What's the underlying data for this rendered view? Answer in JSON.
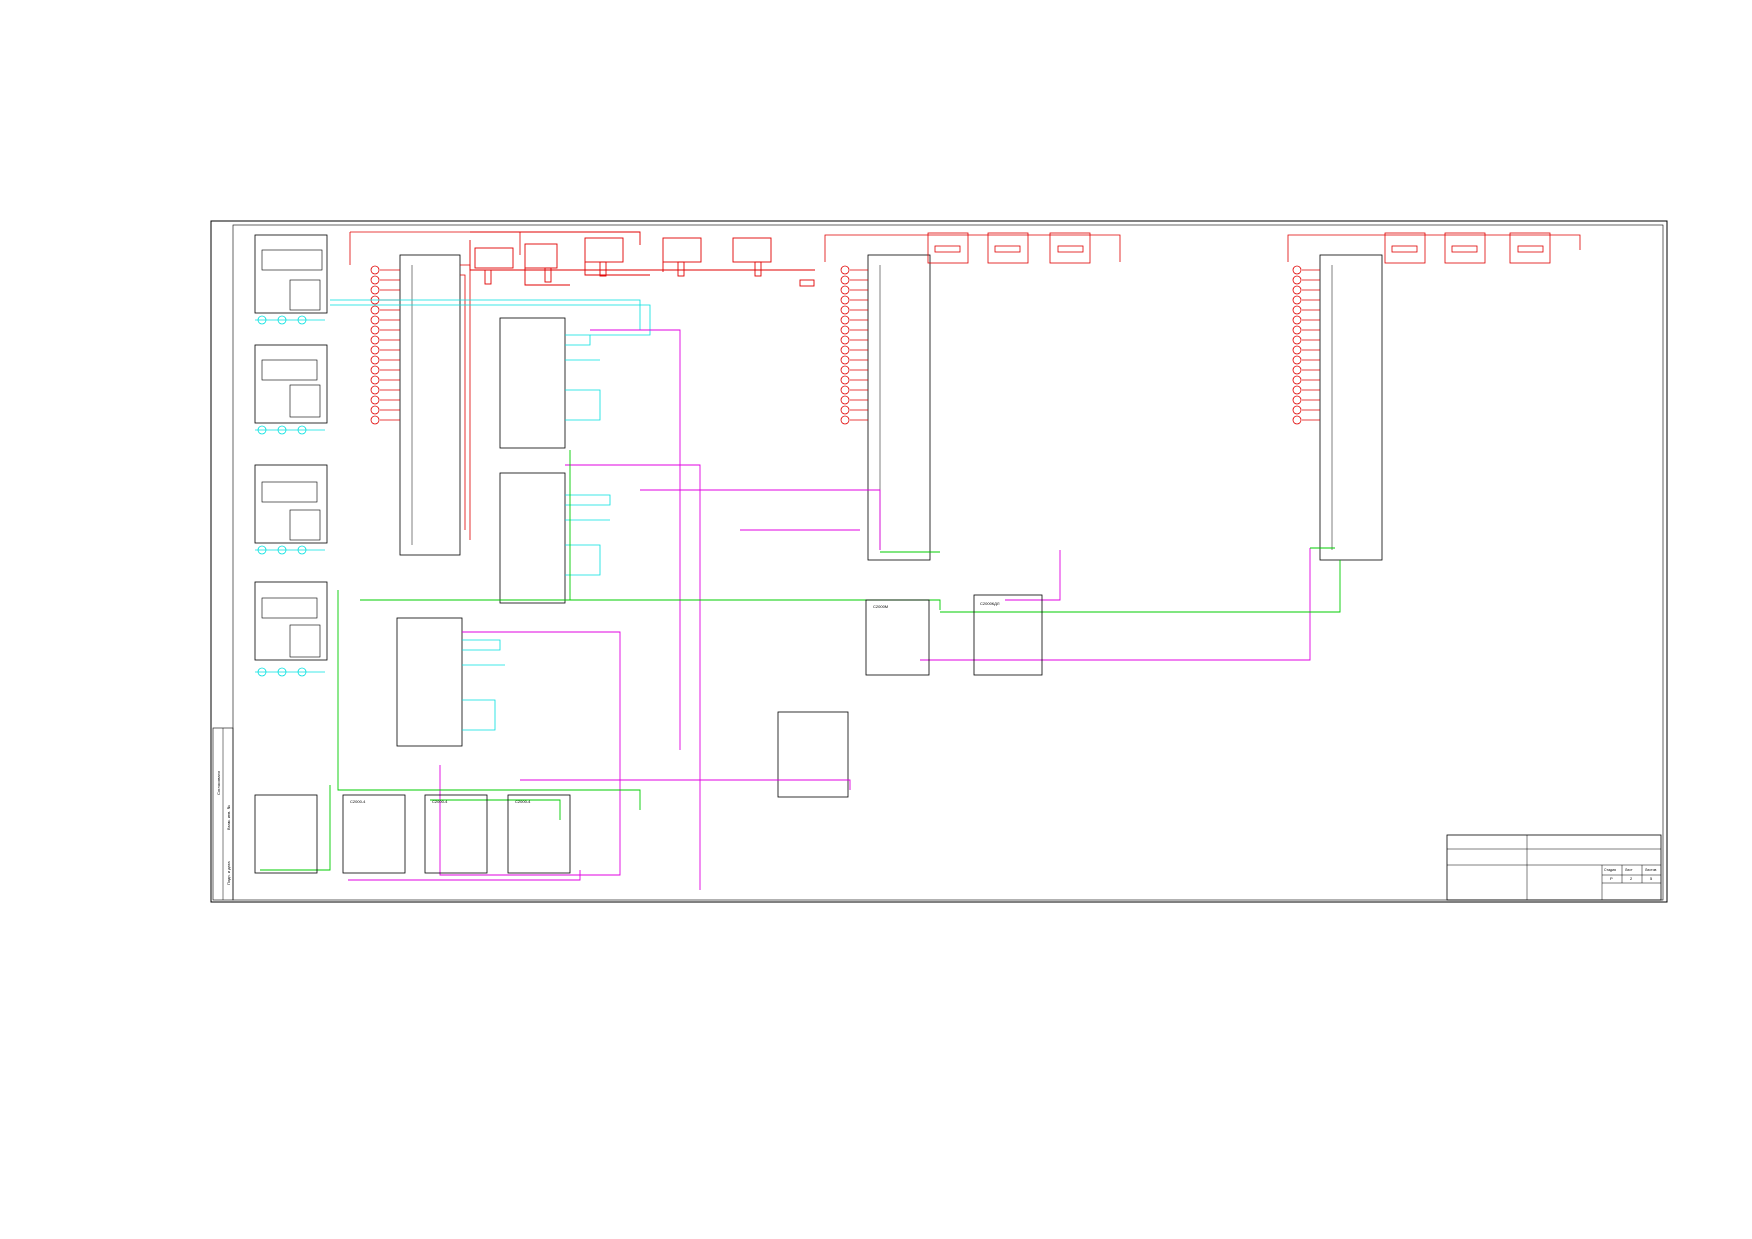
{
  "sheet": {
    "top_left_label": "",
    "notes": "",
    "title_block": {
      "document_code": "",
      "object_name": "",
      "address": "",
      "description": "",
      "sheet_title": "",
      "stage_header": "Стадия",
      "sheet_header": "Лист",
      "sheets_header": "Листов",
      "stage": "Р",
      "sheet": "2",
      "sheets": "5"
    },
    "left_strip": {
      "label_top": "Согласовано",
      "label_mid": "Взам. инв. №",
      "label_bot": "Подп. и дата"
    }
  },
  "panels": {
    "left": {
      "title": "",
      "model": "",
      "shleif_label": ""
    },
    "middle": {
      "title": "",
      "model": "",
      "shleif_label": ""
    },
    "right": {
      "title": "",
      "model": "",
      "shleif_label": ""
    }
  },
  "module_boxes": {
    "s2000_4_a": {
      "title": "",
      "model": "С2000-4"
    },
    "s2000_4_b": {
      "title": "",
      "model": "С2000-4"
    },
    "s2000_4_c": {
      "title": "",
      "model": "С2000-4"
    },
    "s2000m": {
      "title": "С2000М",
      "model": ""
    },
    "s2000kdl": {
      "title": "С2000КДЛ",
      "model": ""
    }
  },
  "colors": {
    "shleif": "#e00000",
    "rs485": "#e000e0",
    "power": "#00cc00",
    "signal": "#00e0e0",
    "frame": "#000000"
  },
  "icons": {
    "detector": "smoke-detector-icon",
    "resistor": "resistor-icon",
    "node": "connection-node-icon"
  }
}
